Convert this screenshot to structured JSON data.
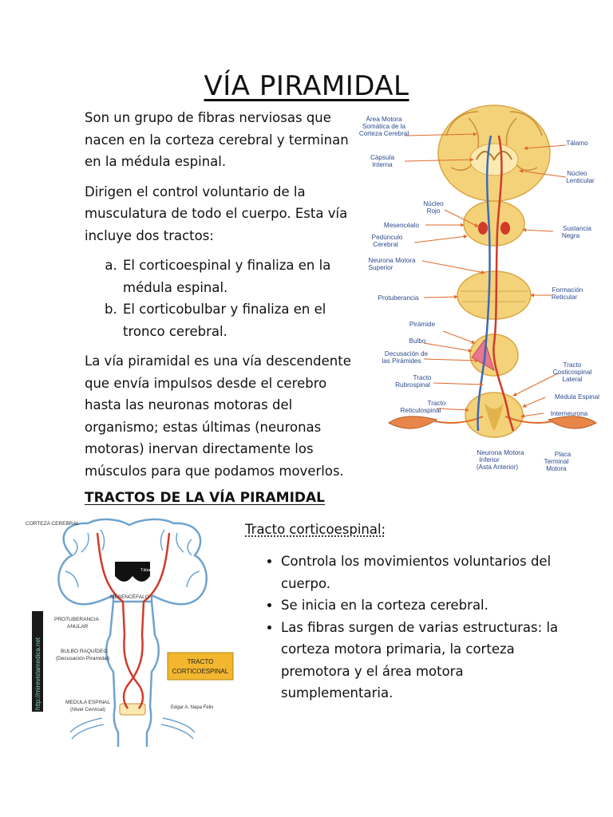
{
  "title": "VÍA PIRAMIDAL",
  "intro": {
    "p1": "Son un grupo de fibras nerviosas que nacen en la corteza cerebral y terminan en la médula espinal.",
    "p2": "Dirigen el control voluntario de la musculatura de todo el cuerpo. Esta vía incluye dos tractos:",
    "tracts": [
      "El corticoespinal y finaliza en la médula espinal.",
      "El corticobulbar y finaliza en el tronco cerebral."
    ],
    "p3": "La vía piramidal es una vía descendente que envía impulsos desde el cerebro hasta las neuronas motoras del organismo; estas últimas (neuronas motoras) inervan directamente los músculos para que podamos moverlos."
  },
  "section_title": "TRACTOS DE LA VÍA PIRAMIDAL",
  "subtitle": "Tracto corticoespinal:",
  "bullets": [
    "Controla los movimientos voluntarios del cuerpo.",
    "Se inicia en la corteza cerebral.",
    "Las fibras surgen de varias estructuras: la corteza motora primaria, la corteza premotora y el área motora sumplementaria."
  ],
  "figure1": {
    "labels": {
      "area_motora_1": "Área Motora",
      "area_motora_2": "Somática de la",
      "area_motora_3": "Corteza Cerebral",
      "capsula_1": "Cápsula",
      "capsula_2": "Interna",
      "talamo": "Tálamo",
      "nucleo_lent_1": "Núcleo",
      "nucleo_lent_2": "Lenticular",
      "nucleo_rojo_1": "Núcleo",
      "nucleo_rojo_2": "Rojo",
      "mesencefalo": "Mesencéalo",
      "pedunculo_1": "Pedúnculo",
      "pedunculo_2": "Cerebral",
      "sustancia_1": "Sustancia",
      "sustancia_2": "Negra",
      "neurona_sup_1": "Neurona Motora",
      "neurona_sup_2": "Superior",
      "protuberancia": "Protuberancia",
      "formacion_1": "Formación",
      "formacion_2": "Reticular",
      "piramide": "Pirámide",
      "bulbo": "Bulbo",
      "decusacion_1": "Decusación de",
      "decusacion_2": "las Pirámides",
      "rubro_1": "Tracto",
      "rubro_2": "Rubrospinal",
      "costico_1": "Tracto",
      "costico_2": "Costicospinal",
      "costico_3": "Lateral",
      "medula": "Médula  Espinal",
      "reticulo_1": "Tracto",
      "reticulo_2": "Reticulospinal",
      "interneurona": "Interneurona",
      "neurona_inf_1": "Neurona Motora",
      "neurona_inf_2": "Inferior",
      "neurona_inf_3": "(Asta Anterior)",
      "placa_1": "Placa",
      "placa_2": "Terminal",
      "placa_3": "Motora"
    }
  },
  "figure2": {
    "labels": {
      "corteza": "CORTEZA CEREBRAL",
      "talamo": "Tálamo",
      "mesencefalo": "MESENCÉFALO",
      "protuberancia_1": "PROTUBERANCIA",
      "protuberancia_2": "ANULAR",
      "bulbo_1": "BULBO  RAQUÍDEO",
      "bulbo_2": "(Decusación Piramidal)",
      "tracto_1": "TRACTO",
      "tracto_2": "CORTICOESPINAL",
      "medula_1": "MEDULA ESPINAL",
      "medula_2": "(Nivel Cervical)",
      "author": "Edgar A. Napa Felix",
      "watermark": "http://mirevistamedica.net"
    }
  },
  "colors": {
    "tissue": "#f3d27a",
    "tissue_dark": "#e2b34a",
    "label_blue": "#2a4a8c",
    "arrow_orange": "#e06a2a",
    "pathway_red": "#d23a2a",
    "pathway_blue": "#3a6ab8",
    "gold_box": "#f2b72e"
  }
}
